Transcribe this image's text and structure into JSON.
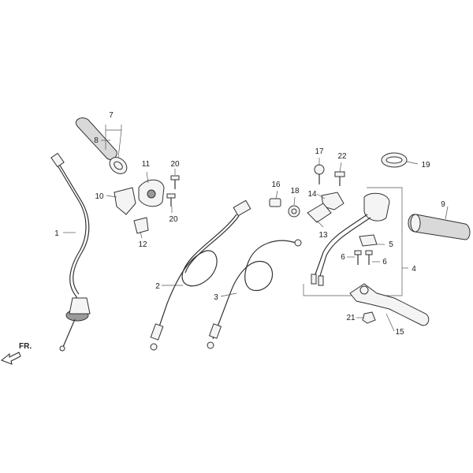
{
  "callouts": {
    "c1": "1",
    "c2": "2",
    "c3": "3",
    "c4": "4",
    "c5": "5",
    "c6a": "6",
    "c6b": "6",
    "c7": "7",
    "c8": "8",
    "c9": "9",
    "c10": "10",
    "c11": "11",
    "c12": "12",
    "c13": "13",
    "c14": "14",
    "c15": "15",
    "c16": "16",
    "c17": "17",
    "c18": "18",
    "c19": "19",
    "c20a": "20",
    "c20b": "20",
    "c21": "21",
    "c22": "22"
  },
  "direction_label": "FR."
}
